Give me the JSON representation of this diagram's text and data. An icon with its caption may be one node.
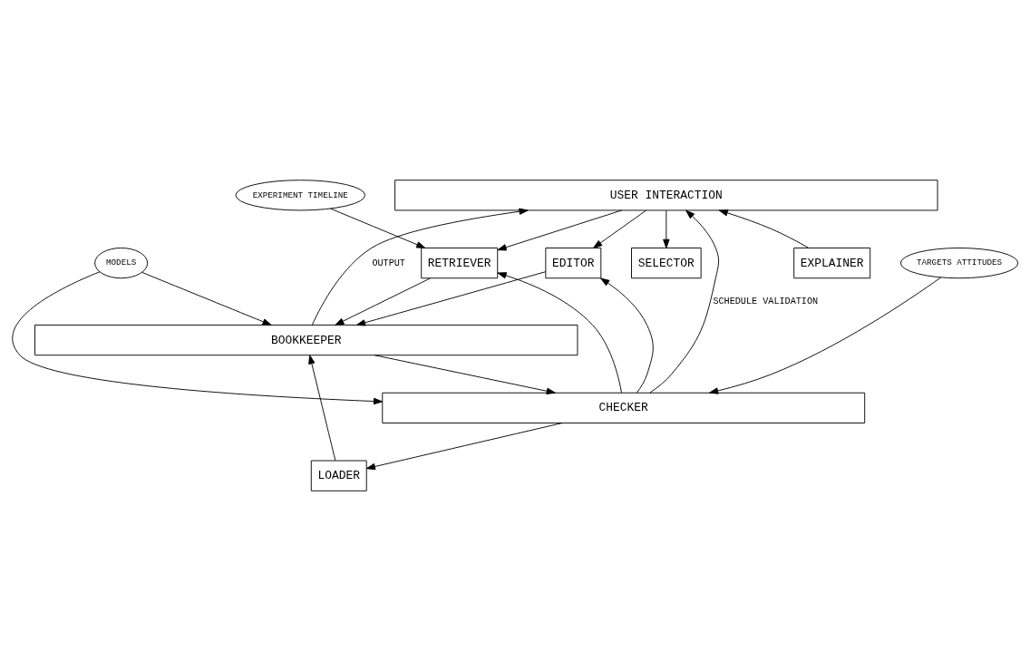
{
  "diagram": {
    "nodes": [
      {
        "text": [
          "USER INTERACTION"
        ]
      },
      {
        "text": [
          "EXPERIMENT TIMELINE"
        ]
      },
      {
        "text": [
          "RETRIEVER"
        ]
      },
      {
        "text": [
          "SELECTOR"
        ]
      },
      {
        "text": [
          "EXPLAINER"
        ]
      },
      {
        "text": [
          "LOADER"
        ]
      },
      {
        "text": [
          "EDITOR"
        ]
      },
      {
        "text": [
          "CHECKER"
        ]
      },
      {
        "text": [
          "BOOKKEEPER"
        ]
      },
      {
        "text": [
          "MODELS"
        ]
      },
      {
        "text": [
          "TARGETS ATTITUDES"
        ]
      }
    ],
    "edges": [
      {
        "from": 0,
        "to": 2,
        "arrow": "to"
      },
      {
        "from": 7,
        "to": 0,
        "arrow": "to",
        "label": "SCHEDULE VALIDATION"
      },
      {
        "from": 0,
        "to": 3,
        "arrow": "to"
      },
      {
        "from": 4,
        "to": 0,
        "arrow": "to"
      },
      {
        "from": 0,
        "to": 6,
        "arrow": "to"
      },
      {
        "from": 8,
        "to": 0,
        "arrow": "to",
        "label": "OUTPUT"
      },
      {
        "from": 1,
        "to": 2,
        "arrow": "to"
      },
      {
        "from": 7,
        "to": 2,
        "arrow": "to"
      },
      {
        "from": 2,
        "to": 8,
        "arrow": "to"
      },
      {
        "from": 7,
        "to": 5,
        "arrow": "to"
      },
      {
        "from": 5,
        "to": 8,
        "arrow": "to"
      },
      {
        "from": 7,
        "to": 6,
        "arrow": "to"
      },
      {
        "from": 6,
        "to": 8,
        "arrow": "to"
      },
      {
        "from": 8,
        "to": 7,
        "arrow": "to"
      },
      {
        "from": 9,
        "to": 7,
        "arrow": "to"
      },
      {
        "from": 9,
        "to": 8,
        "arrow": "to"
      },
      {
        "from": 10,
        "to": 7,
        "arrow": "to"
      }
    ]
  }
}
